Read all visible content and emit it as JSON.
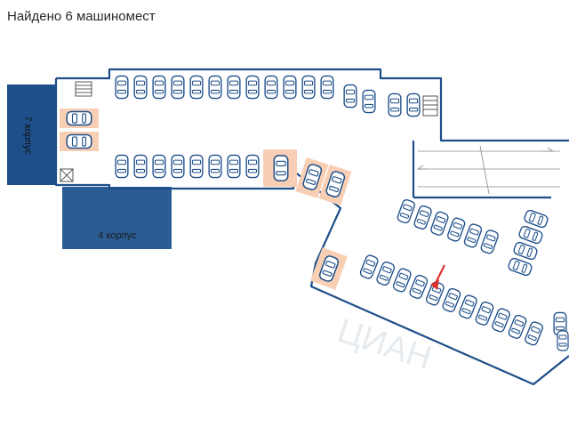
{
  "header": {
    "title": "Найдено 6 машиномест"
  },
  "buildings": {
    "corpus7": "7 корпус",
    "corpus4": "4 корпус"
  },
  "watermark": "ЦИАН",
  "colors": {
    "wall": "#1d4e89",
    "building7": "#1f4f8a",
    "building4": "#2b5d94",
    "highlight": "#f8cfb4",
    "marker": "#e0322e",
    "car": "#1d4e89"
  },
  "icons": {
    "marker": "arrow-marker-icon",
    "stairs": "stairs-icon",
    "elevator": "elevator-icon",
    "car": "car-icon"
  }
}
